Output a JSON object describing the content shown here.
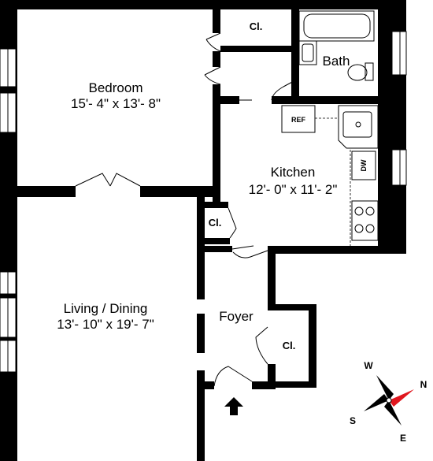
{
  "rooms": {
    "bedroom": {
      "name": "Bedroom",
      "dimensions": "15'- 4\" x 13'- 8\""
    },
    "kitchen": {
      "name": "Kitchen",
      "dimensions": "12'- 0\" x 11'- 2\""
    },
    "living": {
      "name": "Living / Dining",
      "dimensions": "13'- 10\" x 19'- 7\""
    },
    "foyer": {
      "name": "Foyer"
    },
    "bath": {
      "name": "Bath"
    },
    "closet_top": {
      "name": "Cl."
    },
    "closet_mid": {
      "name": "Cl."
    },
    "closet_foyer": {
      "name": "Cl."
    }
  },
  "fixtures": {
    "refrigerator": "REF",
    "dishwasher": "DW"
  },
  "compass": {
    "n": "N",
    "s": "S",
    "e": "E",
    "w": "W",
    "accent_color": "#e0161e"
  },
  "entry": {
    "icon": "entry-arrow-icon"
  }
}
